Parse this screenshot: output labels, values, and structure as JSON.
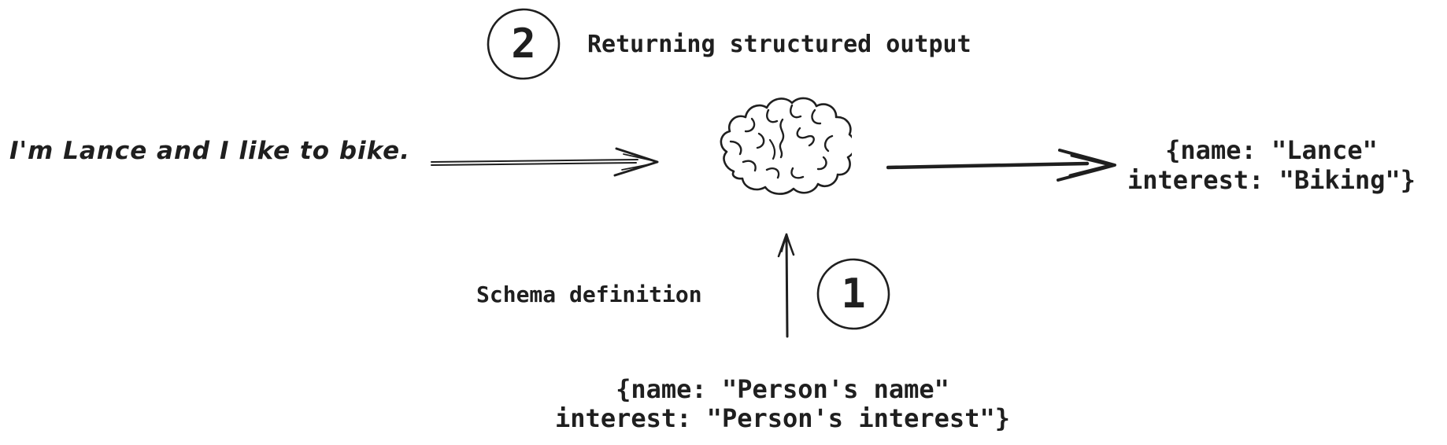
{
  "colors": {
    "ink": "#1f1f1f",
    "background": "#ffffff"
  },
  "steps": {
    "two": {
      "number": "2",
      "label": "Returning structured output"
    },
    "one": {
      "number": "1"
    }
  },
  "input": {
    "text": "I'm Lance and I like to bike."
  },
  "output": {
    "line1": "{name: \"Lance\"",
    "line2": "interest: \"Biking\"}"
  },
  "schema": {
    "label": "Schema definition",
    "line1": "{name: \"Person's name\"",
    "line2": "interest: \"Person's interest\"}"
  },
  "icons": {
    "brain": "brain-sketch-icon",
    "input_arrow": "right-arrow-icon",
    "output_arrow": "right-arrow-icon",
    "schema_arrow": "up-arrow-icon"
  }
}
